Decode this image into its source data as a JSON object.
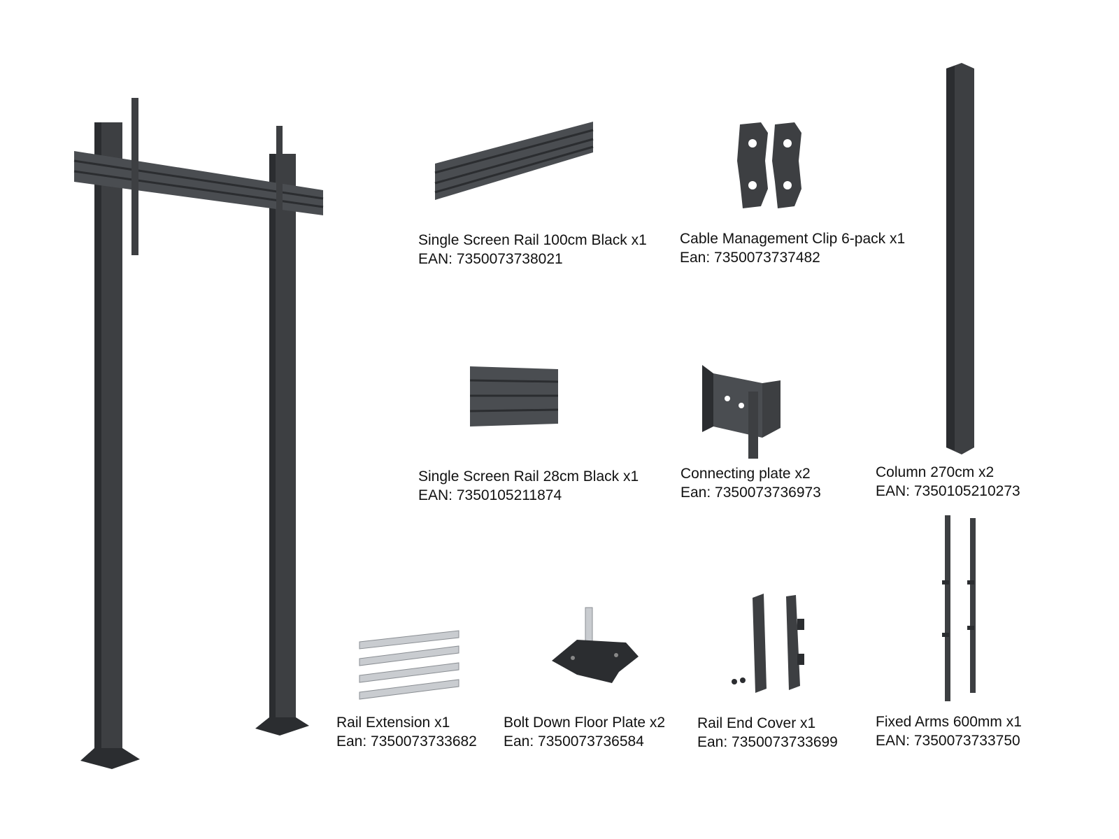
{
  "colors": {
    "metal": "#3d3f42",
    "metal_dark": "#2b2d30",
    "metal_light": "#5a5d61",
    "silver": "#c9ccd0"
  },
  "items": [
    {
      "name": "Single Screen Rail 100cm Black x1",
      "code": "EAN: 7350073738021"
    },
    {
      "name": "Cable Management Clip 6-pack x1",
      "code": "Ean: 7350073737482"
    },
    {
      "name": "Single Screen Rail 28cm Black x1",
      "code": "EAN: 7350105211874"
    },
    {
      "name": "Connecting plate x2",
      "code": "Ean:  7350073736973"
    },
    {
      "name": "Column 270cm x2",
      "code": "EAN: 7350105210273"
    },
    {
      "name": "Rail Extension x1",
      "code": "Ean:  7350073733682"
    },
    {
      "name": "Bolt Down Floor Plate x2",
      "code": "Ean:  7350073736584"
    },
    {
      "name": "Rail End Cover x1",
      "code": "Ean:  7350073733699"
    },
    {
      "name": "Fixed Arms 600mm x1",
      "code": "EAN: 7350073733750"
    }
  ]
}
